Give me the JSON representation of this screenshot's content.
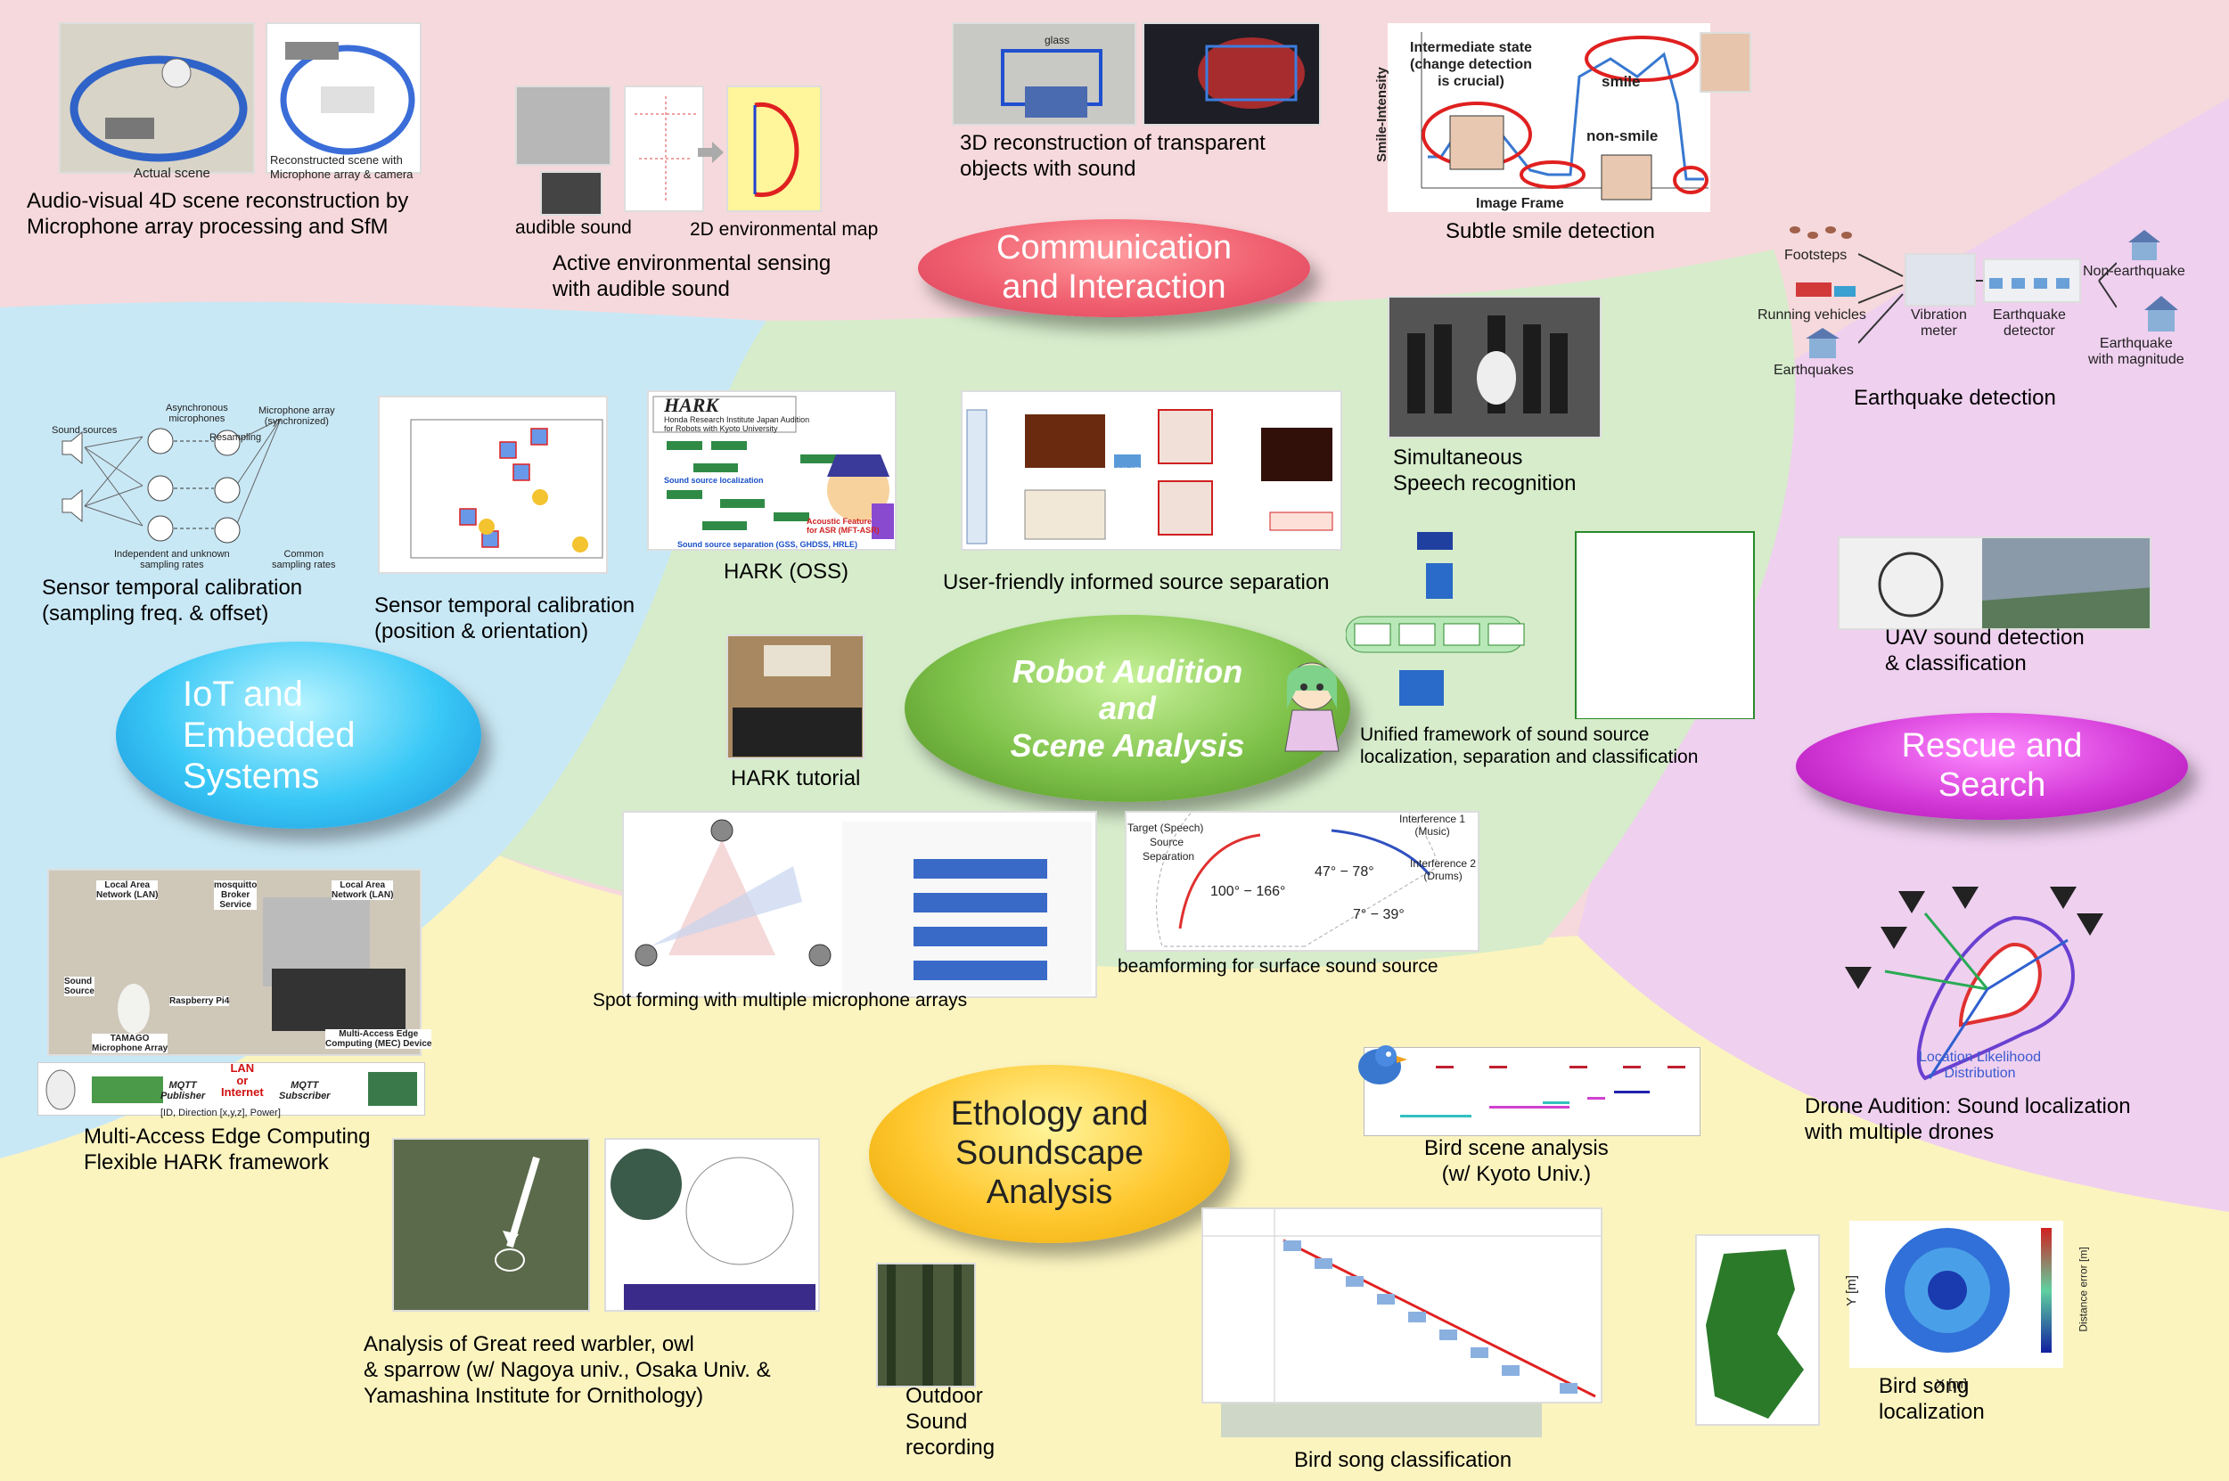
{
  "hubs": {
    "communication": "Communication\nand Interaction",
    "iot": "IoT and\nEmbedded\nSystems",
    "robot": "Robot Audition\nand\nScene Analysis",
    "rescue": "Rescue and\nSearch",
    "ethology": "Ethology and\nSoundscape\nAnalysis"
  },
  "items": {
    "av4d": "Audio-visual 4D scene reconstruction by\nMicrophone array processing and SfM",
    "av4d_actual": "Actual scene",
    "av4d_recon": "Reconstructed scene with\nMicrophone array & camera",
    "active_env": "Active environmental sensing\nwith audible sound",
    "audible_sound": "audible sound",
    "env_map": "2D environmental map",
    "transparent": "3D reconstruction of transparent\nobjects with sound",
    "glass": "glass",
    "smile": "Subtle smile detection",
    "smile_intermediate": "Intermediate state\n(change detection\nis crucial)",
    "smile_smile": "smile",
    "smile_nonsmile": "non-smile",
    "smile_ylabel": "Smile-Intensity",
    "smile_xlabel": "Image Frame",
    "earthquake": "Earthquake detection",
    "eq_footsteps": "Footsteps",
    "eq_vehicles": "Running vehicles",
    "eq_earthquakes": "Earthquakes",
    "eq_meter": "Vibration\nmeter",
    "eq_detector": "Earthquake\ndetector",
    "eq_non": "Non-earthquake",
    "eq_mag": "Earthquake\nwith magnitude",
    "sensor_freq": "Sensor temporal calibration\n(sampling freq. & offset)",
    "sf_sources": "Sound sources",
    "sf_async": "Asynchronous\nmicrophones",
    "sf_resampling": "Resampling",
    "sf_array": "Microphone array\n(synchronized)",
    "sf_indep": "Independent and unknown\nsampling rates",
    "sf_common": "Common\nsampling rates",
    "sensor_pos": "Sensor temporal calibration\n(position & orientation)",
    "hark": "HARK (OSS)",
    "hark_logo": "HARK",
    "hark_sub": "Honda Research Institute Japan Audition\nfor Robots with Kyoto University",
    "hark_ssl": "Sound source localization",
    "hark_sss": "Sound source separation (GSS, GHDSS, HRLE)",
    "hark_asr": "Acoustic Feature\nfor ASR (MFT-ASR)",
    "informed": "User-friendly informed source separation",
    "nmf": "NMF",
    "simultaneous": "Simultaneous\nSpeech recognition",
    "unified": "Unified framework of sound source\n localization, separation and classification",
    "hark_tutorial": "HARK tutorial",
    "spot": "Spot forming with multiple microphone arrays",
    "beamforming": "beamforming for surface sound source",
    "bf_target": "Target (Speech)",
    "bf_source": "Source",
    "bf_separation": "Separation",
    "bf_int1": "Interference 1\n(Music)",
    "bf_int2": "Interference 2\n(Drums)",
    "bf_r1": "100° − 166°",
    "bf_r2": "47° − 78°",
    "bf_r3": "7° − 39°",
    "uav": "UAV sound detection\n& classification",
    "drone": "Drone Audition: Sound localization\nwith multiple drones",
    "drone_lld": "Location Likelihood\nDistribution",
    "mec": "Multi-Access Edge Computing\nFlexible HARK framework",
    "mec_lan1": "Local Area\nNetwork (LAN)",
    "mec_broker": "mosquitto\nBroker\nService",
    "mec_lan2": "Local Area\nNetwork (LAN)",
    "mec_source": "Sound\nSource",
    "mec_pi": "Raspberry Pi4",
    "mec_tamago": "TAMAGO\nMicrophone Array",
    "mec_device": "Multi-Access Edge\nComputing (MEC) Device",
    "mec_lanor": "LAN\nor\nInternet",
    "mec_pub": "MQTT\nPublisher",
    "mec_sub": "MQTT\nSubscriber",
    "mec_id": "[ID, Direction [x,y,z], Power]",
    "bird_scene": "Bird scene analysis\n(w/ Kyoto Univ.)",
    "warbler": "Analysis of Great reed warbler, owl\n& sparrow (w/ Nagoya univ., Osaka Univ. &\nYamashina Institute for Ornithology)",
    "outdoor": "Outdoor\nSound\nrecording",
    "bird_class": "Bird song classification",
    "bird_loc": "Bird song\nlocalization",
    "loc_ylabel": "Y [m]",
    "loc_xlabel": "X [m]",
    "loc_cbar": "Distance error [m]"
  },
  "colors": {
    "pink": "#f6d9dc",
    "blue": "#c9e8f6",
    "green": "#d6eccb",
    "yellow": "#fbf4bf",
    "violet": "#efd0ef"
  }
}
